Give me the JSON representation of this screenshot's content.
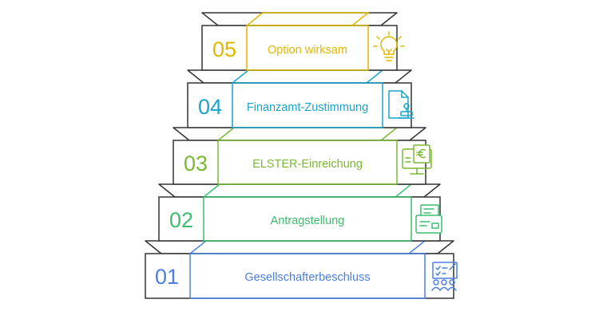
{
  "steps": [
    {
      "number": "01",
      "label": "Gesellschafterbeschluss",
      "icon": "team-checklist-icon",
      "color": "#4a7fe0"
    },
    {
      "number": "02",
      "label": "Antragstellung",
      "icon": "application-form-icon",
      "color": "#3cbd6e"
    },
    {
      "number": "03",
      "label": "ELSTER-Einreichung",
      "icon": "euro-monitor-icon",
      "color": "#7ab833"
    },
    {
      "number": "04",
      "label": "Finanzamt-Zustimmung",
      "icon": "document-stamp-icon",
      "color": "#1aa3cc"
    },
    {
      "number": "05",
      "label": "Option wirksam",
      "icon": "lightbulb-icon",
      "color": "#e0b800"
    }
  ]
}
